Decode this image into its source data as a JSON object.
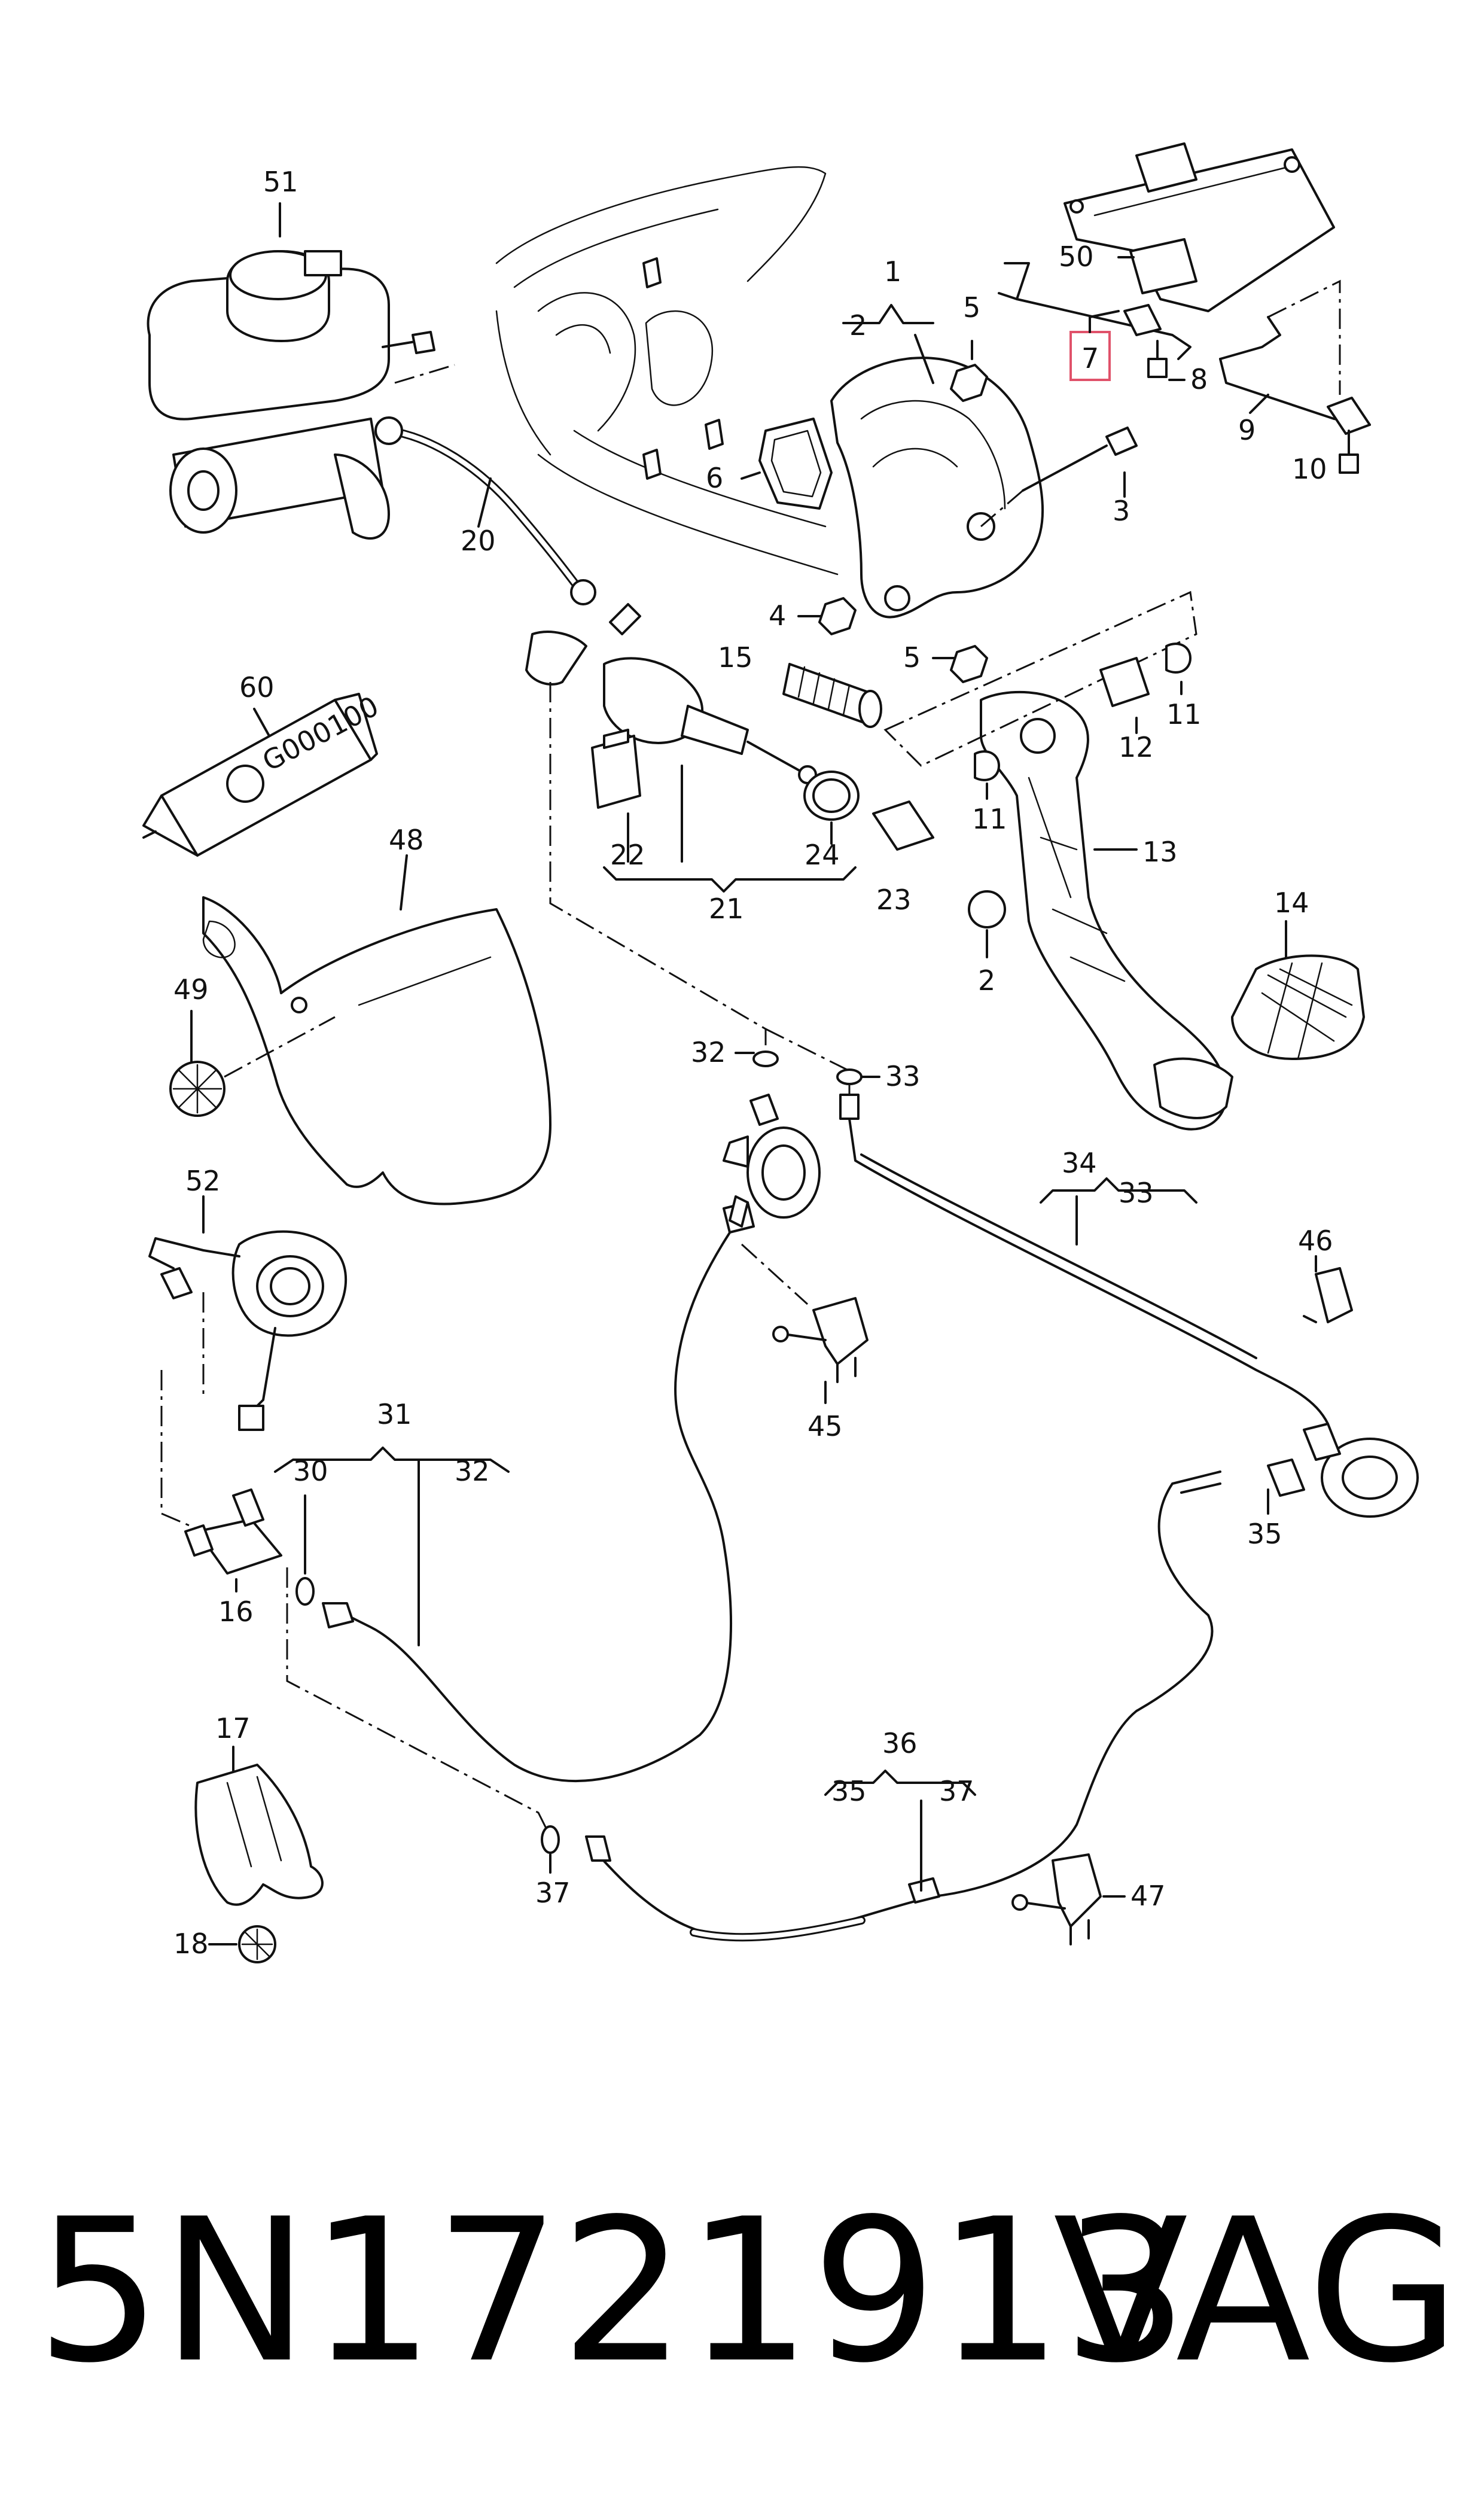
{
  "callouts": {
    "c1": "1",
    "c2": "2",
    "c2b": "2",
    "c3": "3",
    "c4": "4",
    "c5a": "5",
    "c5b": "5",
    "c6": "6",
    "c7": "7",
    "c8": "8",
    "c9": "9",
    "c10": "10",
    "c11a": "11",
    "c11b": "11",
    "c12": "12",
    "c13": "13",
    "c14": "14",
    "c15": "15",
    "c16": "16",
    "c17": "17",
    "c18": "18",
    "c20": "20",
    "c21": "21",
    "c22": "22",
    "c23": "23",
    "c24": "24",
    "c30": "30",
    "c31": "31",
    "c32a": "32",
    "c32b": "32",
    "c33a": "33",
    "c33b": "33",
    "c34": "34",
    "c35a": "35",
    "c35b": "35",
    "c36": "36",
    "c37a": "37",
    "c37b": "37",
    "c45": "45",
    "c46": "46",
    "c47": "47",
    "c48": "48",
    "c49": "49",
    "c50": "50",
    "c51": "51",
    "c52": "52",
    "c60": "60"
  },
  "tube_label": "G000100",
  "highlight_color": "#e0526a",
  "footer": {
    "part_number": "5N1721913",
    "brand": "VAG"
  }
}
